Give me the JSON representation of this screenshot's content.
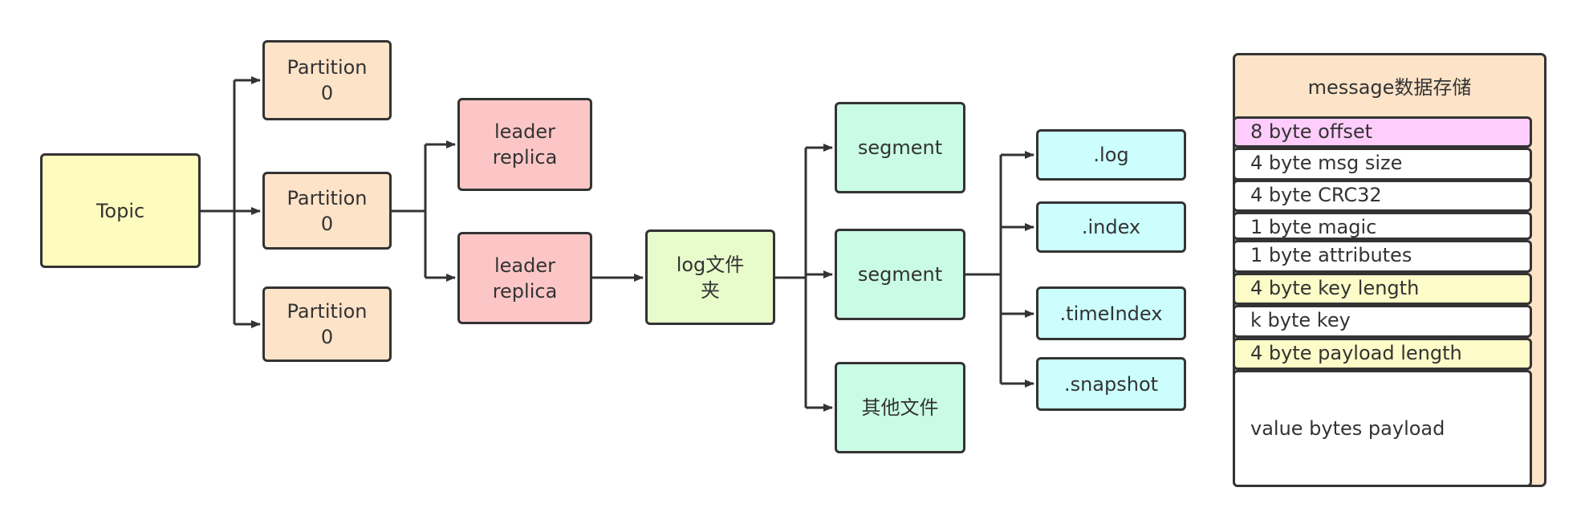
{
  "colors": {
    "stroke": "#333333",
    "topic": "#fdfbbd",
    "partition": "#fde3c8",
    "leader": "#fcc6c6",
    "log_dir": "#e7fbcb",
    "segment": "#c9fbe5",
    "file": "#ccfefe",
    "offset_field": "#ffcdfc",
    "length_field": "#fdfbc8",
    "plain_field": "#ffffff",
    "panel": "#fde3c8"
  },
  "nodes": {
    "topic": "Topic",
    "partitions": [
      "Partition\n0",
      "Partition\n0",
      "Partition\n0"
    ],
    "leaders": [
      "leader\nreplica",
      "leader\nreplica"
    ],
    "log_dir": "log文件\n夹",
    "segments": [
      "segment",
      "segment",
      "其他文件"
    ],
    "files": [
      ".log",
      ".index",
      ".timeIndex",
      ".snapshot"
    ]
  },
  "message": {
    "title": "message数据存储",
    "fields": [
      "8 byte offset",
      "4 byte msg size",
      "4 byte CRC32",
      "1 byte magic",
      "1 byte attributes",
      "4 byte key length",
      "k byte key",
      "4 byte payload length",
      "value bytes payload"
    ]
  }
}
